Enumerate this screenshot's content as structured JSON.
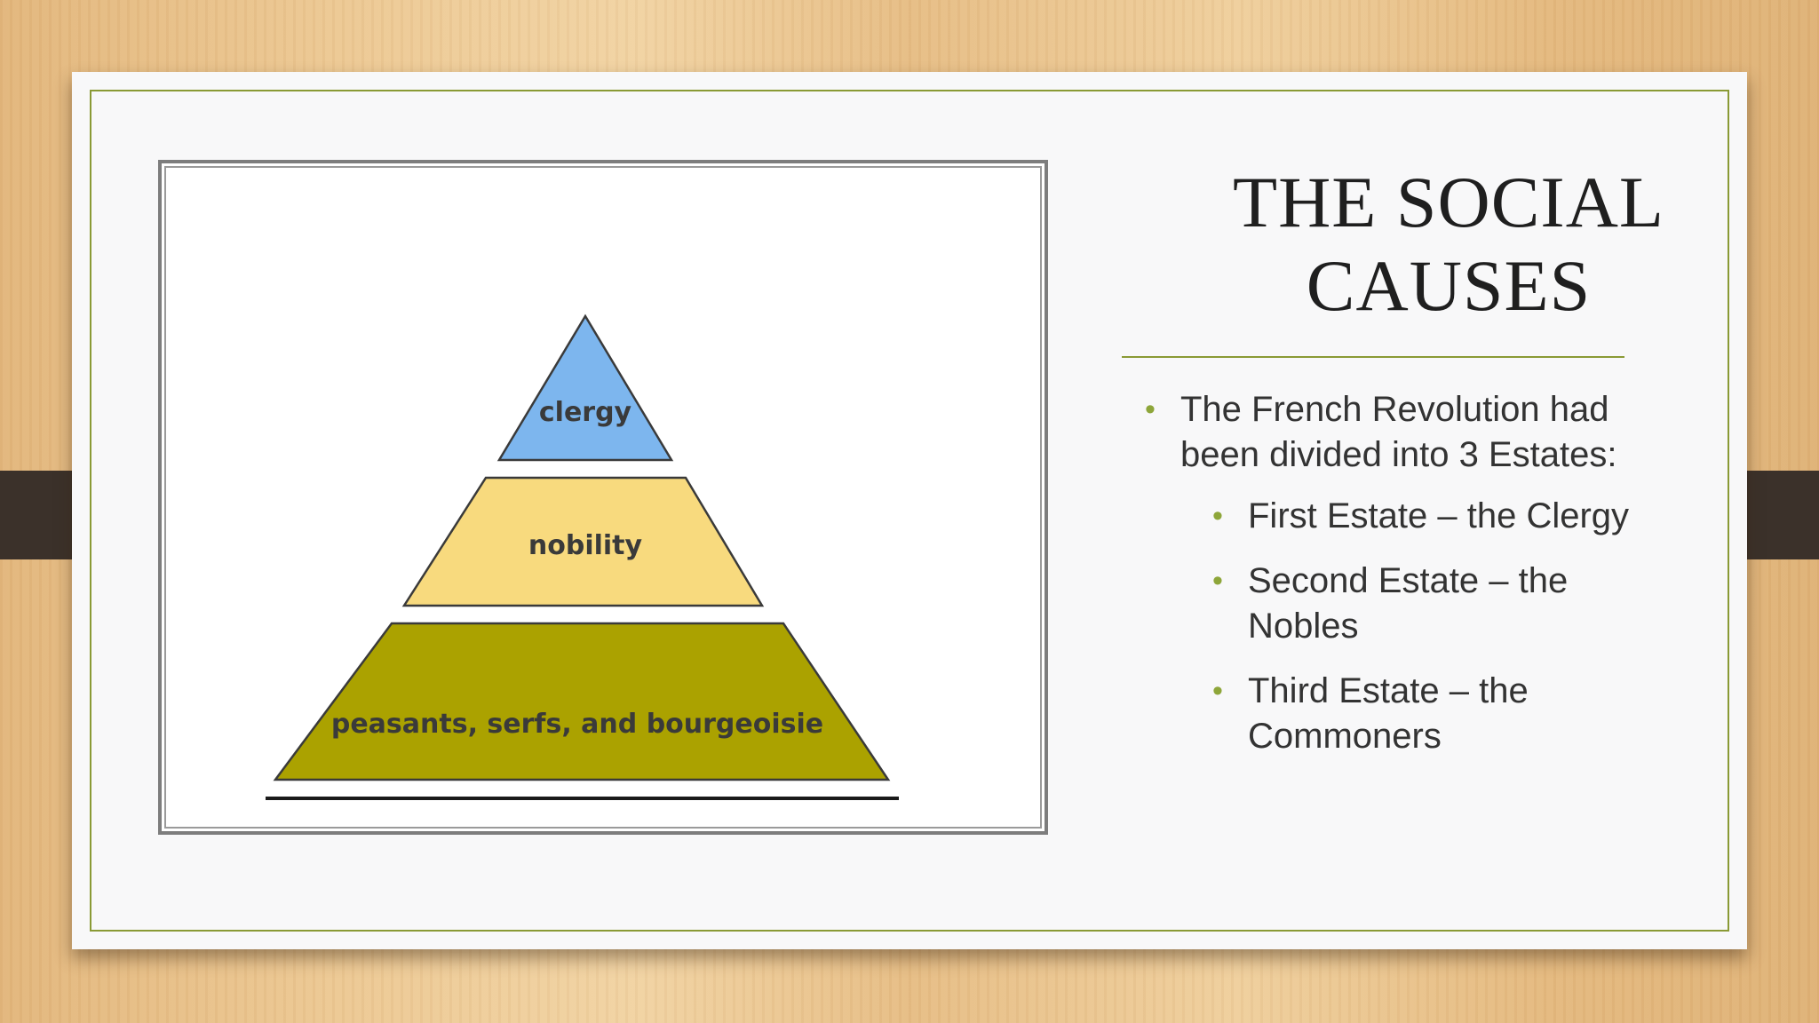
{
  "slide": {
    "title_lines": [
      "THE SOCIAL",
      "CAUSES"
    ],
    "bullet": {
      "text": "The French Revolution had been divided into 3 Estates:",
      "sub_items": [
        "First Estate – the Clergy",
        "Second Estate – the Nobles",
        "Third Estate – the Commoners"
      ]
    }
  },
  "pyramid": {
    "tiers": [
      {
        "label": "clergy",
        "color": "#7db6ee"
      },
      {
        "label": "nobility",
        "color": "#f8da7e"
      },
      {
        "label": "peasants, serfs, and bourgeoisie",
        "color": "#aba200"
      }
    ]
  },
  "colors": {
    "accent": "#8a9a35",
    "bullet": "#8ea63a",
    "clip": "#3b312a"
  }
}
